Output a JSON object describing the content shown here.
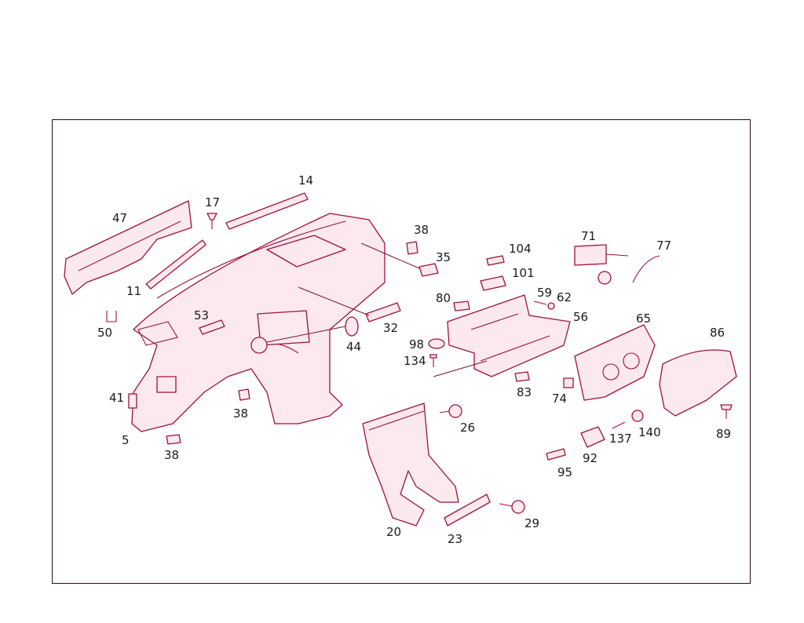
{
  "callouts": [
    {
      "id": "c47",
      "text": "47"
    },
    {
      "id": "c17",
      "text": "17"
    },
    {
      "id": "c14",
      "text": "14"
    },
    {
      "id": "c38a",
      "text": "38"
    },
    {
      "id": "c35",
      "text": "35"
    },
    {
      "id": "c104",
      "text": "104"
    },
    {
      "id": "c71",
      "text": "71"
    },
    {
      "id": "c77",
      "text": "77"
    },
    {
      "id": "c11",
      "text": "11"
    },
    {
      "id": "c101",
      "text": "101"
    },
    {
      "id": "c80",
      "text": "80"
    },
    {
      "id": "c59",
      "text": "59"
    },
    {
      "id": "c62",
      "text": "62"
    },
    {
      "id": "c50",
      "text": "50"
    },
    {
      "id": "c53",
      "text": "53"
    },
    {
      "id": "c32",
      "text": "32"
    },
    {
      "id": "c56",
      "text": "56"
    },
    {
      "id": "c65",
      "text": "65"
    },
    {
      "id": "c86",
      "text": "86"
    },
    {
      "id": "c44",
      "text": "44"
    },
    {
      "id": "c98",
      "text": "98"
    },
    {
      "id": "c134",
      "text": "134"
    },
    {
      "id": "c83",
      "text": "83"
    },
    {
      "id": "c74",
      "text": "74"
    },
    {
      "id": "c41",
      "text": "41"
    },
    {
      "id": "c38b",
      "text": "38"
    },
    {
      "id": "c26",
      "text": "26"
    },
    {
      "id": "c5",
      "text": "5"
    },
    {
      "id": "c38c",
      "text": "38"
    },
    {
      "id": "c137",
      "text": "137"
    },
    {
      "id": "c140",
      "text": "140"
    },
    {
      "id": "c89",
      "text": "89"
    },
    {
      "id": "c92",
      "text": "92"
    },
    {
      "id": "c95",
      "text": "95"
    },
    {
      "id": "c29",
      "text": "29"
    },
    {
      "id": "c20",
      "text": "20"
    },
    {
      "id": "c23",
      "text": "23"
    }
  ],
  "colors": {
    "line": "#a0103a",
    "fill": "#fbe9ee",
    "frame": "#2a0a10"
  }
}
